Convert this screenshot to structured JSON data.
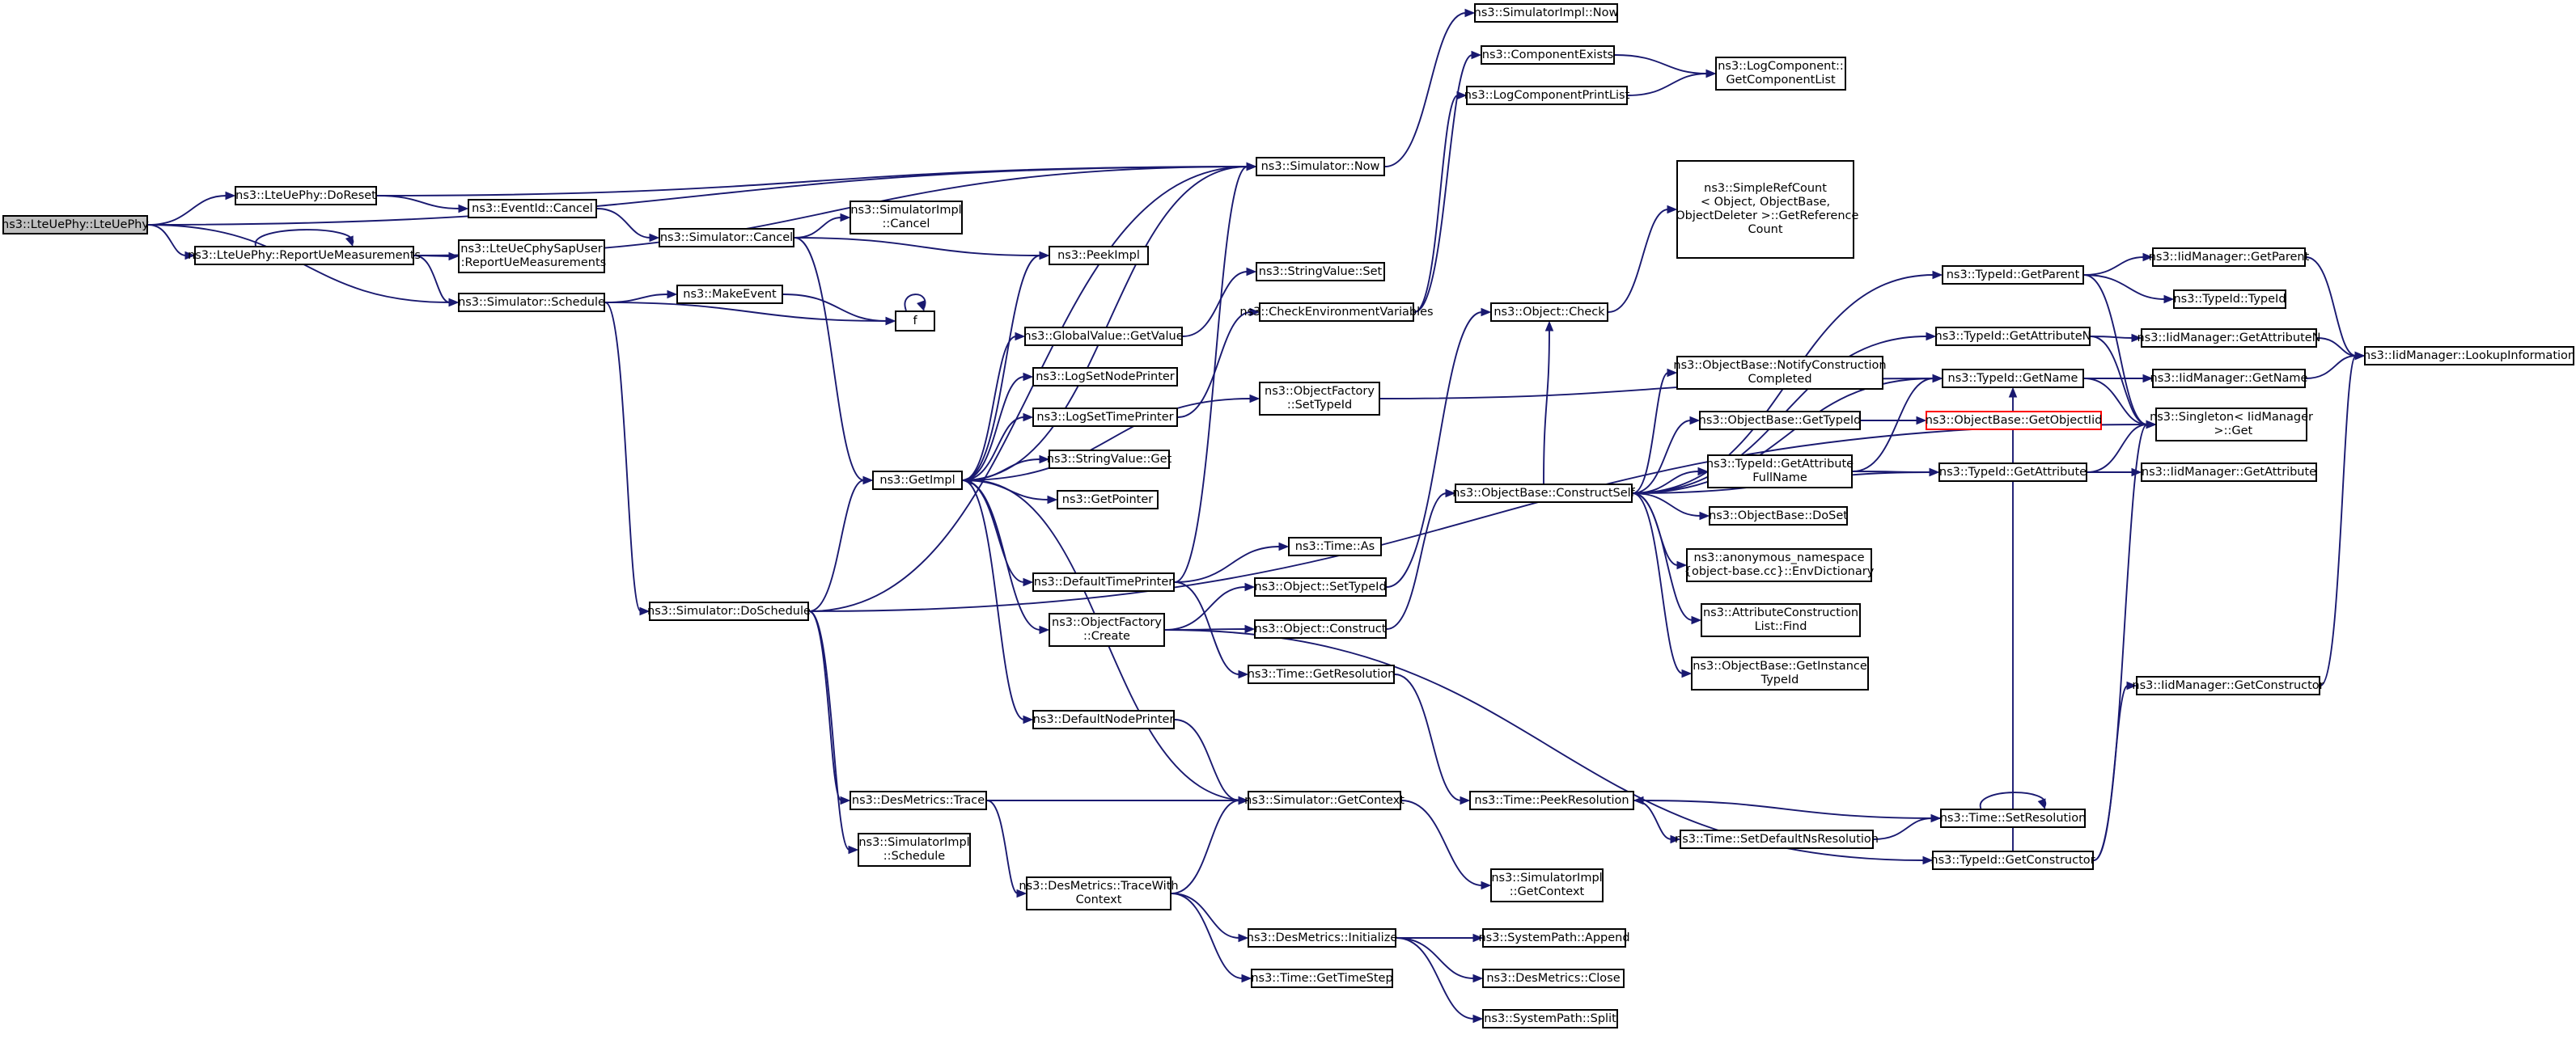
{
  "graph": {
    "kind": "doxygen call graph",
    "root": "ns3::LteUePhy::LteUePhy",
    "colors": {
      "edge": "#191970",
      "root_fill": "#bfbfbf",
      "node_border": "#000000",
      "missing_node_border": "#ff0000"
    },
    "nodes": [
      {
        "id": "lteuephy",
        "label": "ns3::LteUePhy::LteUePhy"
      },
      {
        "id": "doreset",
        "label": "ns3::LteUePhy::DoReset"
      },
      {
        "id": "reportue",
        "label": "ns3::LteUePhy::ReportUeMeasurements"
      },
      {
        "id": "cphysap",
        "label": "ns3::LteUeCphySapUser\n::ReportUeMeasurements"
      },
      {
        "id": "sched",
        "label": "ns3::Simulator::Schedule"
      },
      {
        "id": "eventcancel",
        "label": "ns3::EventId::Cancel"
      },
      {
        "id": "simcancel",
        "label": "ns3::Simulator::Cancel"
      },
      {
        "id": "simimplcancel",
        "label": "ns3::SimulatorImpl\n::Cancel"
      },
      {
        "id": "makeevent",
        "label": "ns3::MakeEvent"
      },
      {
        "id": "f",
        "label": "f"
      },
      {
        "id": "simnow",
        "label": "ns3::Simulator::Now"
      },
      {
        "id": "peekimpl",
        "label": "ns3::PeekImpl"
      },
      {
        "id": "simimplnow",
        "label": "ns3::SimulatorImpl::Now"
      },
      {
        "id": "compexists",
        "label": "ns3::ComponentExists"
      },
      {
        "id": "logcomplist",
        "label": "ns3::LogComponent::\nGetComponentList"
      },
      {
        "id": "logcompprint",
        "label": "ns3::LogComponentPrintList"
      },
      {
        "id": "strvalset",
        "label": "ns3::StringValue::Set"
      },
      {
        "id": "checkenv",
        "label": "ns3::CheckEnvironmentVariables"
      },
      {
        "id": "gvget",
        "label": "ns3::GlobalValue::GetValue"
      },
      {
        "id": "logsetnode",
        "label": "ns3::LogSetNodePrinter"
      },
      {
        "id": "logsettime",
        "label": "ns3::LogSetTimePrinter"
      },
      {
        "id": "strvalget",
        "label": "ns3::StringValue::Get"
      },
      {
        "id": "getpointer",
        "label": "ns3::GetPointer"
      },
      {
        "id": "getimpl",
        "label": "ns3::GetImpl"
      },
      {
        "id": "ofsettypeid",
        "label": "ns3::ObjectFactory\n::SetTypeId"
      },
      {
        "id": "simplerefcount",
        "label": "ns3::SimpleRefCount\n< Object, ObjectBase,\n ObjectDeleter >::GetReference\nCount"
      },
      {
        "id": "objcheck",
        "label": "ns3::Object::Check"
      },
      {
        "id": "notifyconstr",
        "label": "ns3::ObjectBase::NotifyConstruction\nCompleted"
      },
      {
        "id": "obgettypeid",
        "label": "ns3::ObjectBase::GetTypeId"
      },
      {
        "id": "getattrfull",
        "label": "ns3::TypeId::GetAttribute\nFullName"
      },
      {
        "id": "constructself",
        "label": "ns3::ObjectBase::ConstructSelf"
      },
      {
        "id": "doset",
        "label": "ns3::ObjectBase::DoSet"
      },
      {
        "id": "envdict",
        "label": "ns3::anonymous_namespace\n{object-base.cc}::EnvDictionary"
      },
      {
        "id": "attrconstrfind",
        "label": "ns3::AttributeConstruction\nList::Find"
      },
      {
        "id": "getinstancetid",
        "label": "ns3::ObjectBase::GetInstance\nTypeId"
      },
      {
        "id": "tidgetparent",
        "label": "ns3::TypeId::GetParent"
      },
      {
        "id": "tidgetattrn",
        "label": "ns3::TypeId::GetAttributeN"
      },
      {
        "id": "tidgetname",
        "label": "ns3::TypeId::GetName"
      },
      {
        "id": "getobjectiid",
        "label": "ns3::ObjectBase::GetObjectIid"
      },
      {
        "id": "tidgetattr",
        "label": "ns3::TypeId::GetAttribute"
      },
      {
        "id": "iidgetparent",
        "label": "ns3::IidManager::GetParent"
      },
      {
        "id": "tidtypeid",
        "label": "ns3::TypeId::TypeId"
      },
      {
        "id": "iidgetattrn",
        "label": "ns3::IidManager::GetAttributeN"
      },
      {
        "id": "iidgetname",
        "label": "ns3::IidManager::GetName"
      },
      {
        "id": "singleton",
        "label": "ns3::Singleton< IidManager\n >::Get"
      },
      {
        "id": "iidgetattr",
        "label": "ns3::IidManager::GetAttribute"
      },
      {
        "id": "lookupinfo",
        "label": "ns3::IidManager::LookupInformation"
      },
      {
        "id": "timeas",
        "label": "ns3::Time::As"
      },
      {
        "id": "deftimeprinter",
        "label": "ns3::DefaultTimePrinter"
      },
      {
        "id": "objsettypeid",
        "label": "ns3::Object::SetTypeId"
      },
      {
        "id": "ofcreate",
        "label": "ns3::ObjectFactory\n::Create"
      },
      {
        "id": "objconstruct",
        "label": "ns3::Object::Construct"
      },
      {
        "id": "timegetres",
        "label": "ns3::Time::GetResolution"
      },
      {
        "id": "doschedule",
        "label": "ns3::Simulator::DoSchedule"
      },
      {
        "id": "defnodeprinter",
        "label": "ns3::DefaultNodePrinter"
      },
      {
        "id": "iidgetconstructor",
        "label": "ns3::IidManager::GetConstructor"
      },
      {
        "id": "timepeekres",
        "label": "ns3::Time::PeekResolution"
      },
      {
        "id": "timesetres",
        "label": "ns3::Time::SetResolution"
      },
      {
        "id": "dmtrace",
        "label": "ns3::DesMetrics::Trace"
      },
      {
        "id": "simgetcontext",
        "label": "ns3::Simulator::GetContext"
      },
      {
        "id": "setdefaultns",
        "label": "ns3::Time::SetDefaultNsResolution"
      },
      {
        "id": "tidgetconstructor",
        "label": "ns3::TypeId::GetConstructor"
      },
      {
        "id": "simimplschedule",
        "label": "ns3::SimulatorImpl\n::Schedule"
      },
      {
        "id": "dmtracewith",
        "label": "ns3::DesMetrics::TraceWith\nContext"
      },
      {
        "id": "simimplgetctx",
        "label": "ns3::SimulatorImpl\n::GetContext"
      },
      {
        "id": "dminit",
        "label": "ns3::DesMetrics::Initialize"
      },
      {
        "id": "sysappend",
        "label": "ns3::SystemPath::Append"
      },
      {
        "id": "dmclose",
        "label": "ns3::DesMetrics::Close"
      },
      {
        "id": "timegetstep",
        "label": "ns3::Time::GetTimeStep"
      },
      {
        "id": "syssplit",
        "label": "ns3::SystemPath::Split"
      }
    ],
    "edges": [
      [
        "lteuephy",
        "doreset"
      ],
      [
        "lteuephy",
        "reportue"
      ],
      [
        "lteuephy",
        "sched"
      ],
      [
        "lteuephy",
        "simnow"
      ],
      [
        "doreset",
        "eventcancel"
      ],
      [
        "doreset",
        "simnow"
      ],
      [
        "reportue",
        "reportue"
      ],
      [
        "reportue",
        "cphysap"
      ],
      [
        "reportue",
        "sched"
      ],
      [
        "reportue",
        "simnow"
      ],
      [
        "eventcancel",
        "simcancel"
      ],
      [
        "simcancel",
        "simimplcancel"
      ],
      [
        "simcancel",
        "peekimpl"
      ],
      [
        "simcancel",
        "getimpl"
      ],
      [
        "sched",
        "makeevent"
      ],
      [
        "sched",
        "f"
      ],
      [
        "sched",
        "doschedule"
      ],
      [
        "makeevent",
        "f"
      ],
      [
        "f",
        "f"
      ],
      [
        "simnow",
        "simimplnow"
      ],
      [
        "compexists",
        "logcomplist"
      ],
      [
        "logcompprint",
        "logcomplist"
      ],
      [
        "checkenv",
        "compexists"
      ],
      [
        "checkenv",
        "logcompprint"
      ],
      [
        "gvget",
        "strvalset"
      ],
      [
        "logsettime",
        "checkenv"
      ],
      [
        "getimpl",
        "gvget"
      ],
      [
        "getimpl",
        "logsetnode"
      ],
      [
        "getimpl",
        "logsettime"
      ],
      [
        "getimpl",
        "strvalget"
      ],
      [
        "getimpl",
        "getpointer"
      ],
      [
        "getimpl",
        "ofsettypeid"
      ],
      [
        "getimpl",
        "peekimpl"
      ],
      [
        "getimpl",
        "simnow"
      ],
      [
        "getimpl",
        "deftimeprinter"
      ],
      [
        "getimpl",
        "ofcreate"
      ],
      [
        "getimpl",
        "defnodeprinter"
      ],
      [
        "ofsettypeid",
        "tidgetname"
      ],
      [
        "objcheck",
        "simplerefcount"
      ],
      [
        "obgettypeid",
        "getobjectiid"
      ],
      [
        "getattrfull",
        "tidgetname"
      ],
      [
        "getattrfull",
        "tidgetattr"
      ],
      [
        "constructself",
        "objcheck"
      ],
      [
        "constructself",
        "tidgetparent"
      ],
      [
        "constructself",
        "tidgetattrn"
      ],
      [
        "constructself",
        "tidgetname"
      ],
      [
        "constructself",
        "notifyconstr"
      ],
      [
        "constructself",
        "obgettypeid"
      ],
      [
        "constructself",
        "getattrfull"
      ],
      [
        "constructself",
        "doset"
      ],
      [
        "constructself",
        "envdict"
      ],
      [
        "constructself",
        "attrconstrfind"
      ],
      [
        "constructself",
        "getinstancetid"
      ],
      [
        "constructself",
        "tidgetattr"
      ],
      [
        "tidgetparent",
        "iidgetparent"
      ],
      [
        "tidgetparent",
        "tidtypeid"
      ],
      [
        "tidgetparent",
        "singleton"
      ],
      [
        "tidgetattrn",
        "iidgetattrn"
      ],
      [
        "tidgetattrn",
        "singleton"
      ],
      [
        "tidgetname",
        "iidgetname"
      ],
      [
        "tidgetname",
        "singleton"
      ],
      [
        "tidgetattr",
        "iidgetattr"
      ],
      [
        "tidgetattr",
        "singleton"
      ],
      [
        "iidgetparent",
        "lookupinfo"
      ],
      [
        "iidgetattrn",
        "lookupinfo"
      ],
      [
        "iidgetname",
        "lookupinfo"
      ],
      [
        "iidgetconstructor",
        "lookupinfo"
      ],
      [
        "deftimeprinter",
        "timeas"
      ],
      [
        "deftimeprinter",
        "simnow"
      ],
      [
        "deftimeprinter",
        "timegetres"
      ],
      [
        "objsettypeid",
        "objcheck"
      ],
      [
        "ofcreate",
        "objsettypeid"
      ],
      [
        "ofcreate",
        "objconstruct"
      ],
      [
        "ofcreate",
        "tidgetconstructor"
      ],
      [
        "objconstruct",
        "constructself"
      ],
      [
        "timegetres",
        "timepeekres"
      ],
      [
        "doschedule",
        "simnow"
      ],
      [
        "doschedule",
        "getimpl"
      ],
      [
        "doschedule",
        "dmtrace"
      ],
      [
        "doschedule",
        "simimplschedule"
      ],
      [
        "doschedule",
        "singleton"
      ],
      [
        "defnodeprinter",
        "simgetcontext"
      ],
      [
        "timesetres",
        "timepeekres"
      ],
      [
        "timesetres",
        "timesetres"
      ],
      [
        "setdefaultns",
        "timesetres"
      ],
      [
        "dmtrace",
        "simgetcontext"
      ],
      [
        "dmtrace",
        "dmtracewith"
      ],
      [
        "simgetcontext",
        "getimpl"
      ],
      [
        "simgetcontext",
        "simimplgetctx"
      ],
      [
        "tidgetconstructor",
        "iidgetconstructor"
      ],
      [
        "tidgetconstructor",
        "singleton"
      ],
      [
        "tidgetconstructor",
        "tidgetname"
      ],
      [
        "dmtracewith",
        "simgetcontext"
      ],
      [
        "dmtracewith",
        "dminit"
      ],
      [
        "dmtracewith",
        "timegetstep"
      ],
      [
        "dminit",
        "sysappend"
      ],
      [
        "dminit",
        "dmclose"
      ],
      [
        "dminit",
        "syssplit"
      ],
      [
        "timepeekres",
        "setdefaultns"
      ]
    ]
  }
}
